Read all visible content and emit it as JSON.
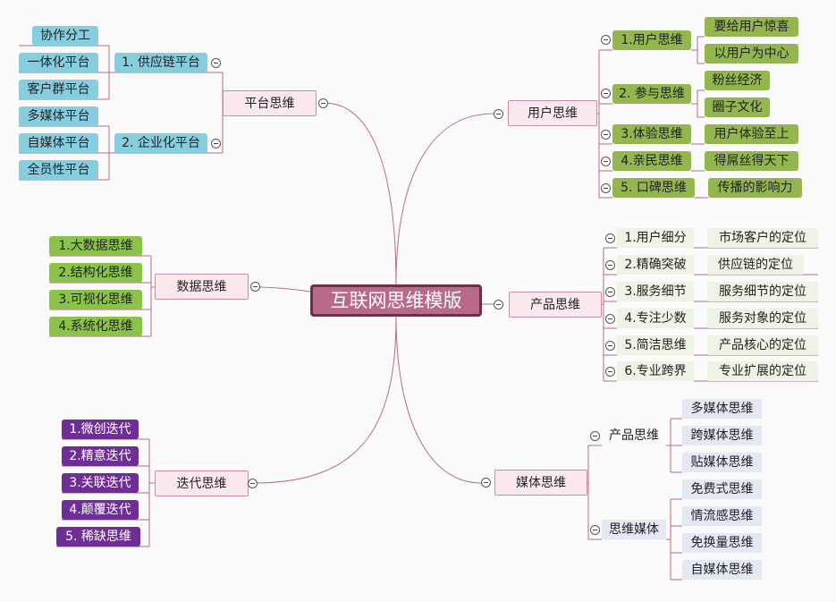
{
  "center": "互联网思维模版",
  "platform": {
    "label": "平台思维",
    "supply": {
      "label": "1. 供应链平台",
      "items": [
        "协作分工",
        "一体化平台",
        "客户群平台"
      ]
    },
    "enterprise": {
      "label": "2. 企业化平台",
      "items": [
        "多媒体平台",
        "自媒体平台",
        "全员性平台"
      ]
    }
  },
  "data_thinking": {
    "label": "数据思维",
    "items": [
      "1.大数据思维",
      "2.结构化思维",
      "3.可视化思维",
      "4.系统化思维"
    ]
  },
  "iteration": {
    "label": "迭代思维",
    "items": [
      "1.微创迭代",
      "2.精意迭代",
      "3.关联迭代",
      "4.颠覆迭代",
      "5. 稀缺思维"
    ]
  },
  "user": {
    "label": "用户思维",
    "groups": [
      {
        "label": "1.用户思维",
        "items": [
          "要给用户惊喜",
          "以用户为中心"
        ]
      },
      {
        "label": "2. 参与思维",
        "items": [
          "粉丝经济",
          "圈子文化"
        ]
      },
      {
        "label": "3.体验思维",
        "items": [
          "用户体验至上"
        ]
      },
      {
        "label": "4.亲民思维",
        "items": [
          "得屌丝得天下"
        ]
      },
      {
        "label": "5. 口碑思维",
        "items": [
          "传播的影响力"
        ]
      }
    ]
  },
  "product": {
    "label": "产品思维",
    "rows": [
      {
        "label": "1.用户细分",
        "value": "市场客户的定位"
      },
      {
        "label": "2.精确突破",
        "value": "供应链的定位"
      },
      {
        "label": "3.服务细节",
        "value": "服务细节的定位"
      },
      {
        "label": "4.专注少数",
        "value": "服务对象的定位"
      },
      {
        "label": "5.简洁思维",
        "value": "产品核心的定位"
      },
      {
        "label": "6.专业跨界",
        "value": "专业扩展的定位"
      }
    ]
  },
  "media": {
    "label": "媒体思维",
    "product": {
      "label": "产品思维",
      "items": [
        "多媒体思维",
        "跨媒体思维",
        "贴媒体思维"
      ]
    },
    "thinking": {
      "label": "思维媒体",
      "items": [
        "免费式思维",
        "情流感思维",
        "免换量思维",
        "自媒体思维"
      ]
    }
  },
  "colors": {
    "line": "#b86a88",
    "center_fill": "#b86a88",
    "center_border": "#6e2e46",
    "topic_fill": "#fbe8ef",
    "teal": "#87cde0",
    "olive": "#93b64f",
    "green": "#8bc34a",
    "purple": "#6f2d96",
    "pale_green": "#eef3e6",
    "lilac": "#e3e8f4"
  },
  "icons": {
    "collapse_toggle": "minus-circle-icon"
  }
}
